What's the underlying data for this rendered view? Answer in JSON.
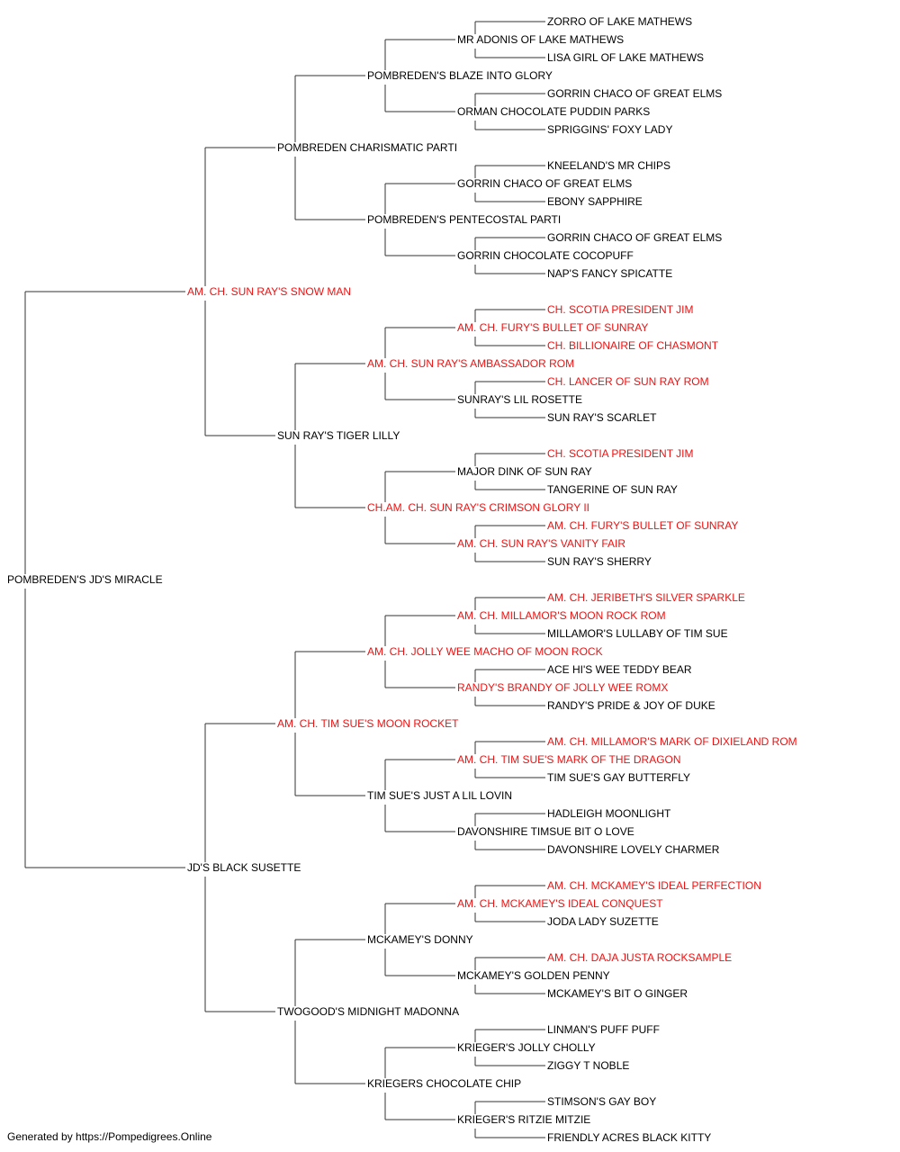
{
  "colors": {
    "champion": "#ee1111",
    "normal": "#000000",
    "line": "#333333"
  },
  "pedigree": {
    "name": "POMBREDEN'S JD'S MIRACLE",
    "champion": false,
    "sire": {
      "name": "AM. CH. SUN RAY'S SNOW MAN",
      "champion": true,
      "sire": {
        "name": "POMBREDEN CHARISMATIC PARTI",
        "champion": false,
        "sire": {
          "name": "POMBREDEN'S BLAZE INTO GLORY",
          "champion": false,
          "sire": {
            "name": "MR ADONIS OF LAKE MATHEWS",
            "champion": false,
            "sire": {
              "name": "ZORRO OF LAKE MATHEWS",
              "champion": false
            },
            "dam": {
              "name": "LISA GIRL OF LAKE MATHEWS",
              "champion": false
            }
          },
          "dam": {
            "name": "ORMAN CHOCOLATE PUDDIN PARKS",
            "champion": false,
            "sire": {
              "name": "GORRIN CHACO OF GREAT ELMS",
              "champion": false
            },
            "dam": {
              "name": "SPRIGGINS' FOXY LADY",
              "champion": false
            }
          }
        },
        "dam": {
          "name": "POMBREDEN'S PENTECOSTAL PARTI",
          "champion": false,
          "sire": {
            "name": "GORRIN CHACO OF GREAT ELMS",
            "champion": false,
            "sire": {
              "name": "KNEELAND'S MR CHIPS",
              "champion": false
            },
            "dam": {
              "name": "EBONY SAPPHIRE",
              "champion": false
            }
          },
          "dam": {
            "name": "GORRIN CHOCOLATE COCOPUFF",
            "champion": false,
            "sire": {
              "name": "GORRIN CHACO OF GREAT ELMS",
              "champion": false
            },
            "dam": {
              "name": "NAP'S FANCY SPICATTE",
              "champion": false
            }
          }
        }
      },
      "dam": {
        "name": "SUN RAY'S TIGER LILLY",
        "champion": false,
        "sire": {
          "name": "AM. CH. SUN RAY'S AMBASSADOR ROM",
          "champion": true,
          "sire": {
            "name": "AM. CH. FURY'S BULLET OF SUNRAY",
            "champion": true,
            "sire": {
              "name": "CH. SCOTIA PRESIDENT JIM",
              "champion": true
            },
            "dam": {
              "name": "CH. BILLIONAIRE OF CHASMONT",
              "champion": true
            }
          },
          "dam": {
            "name": "SUNRAY'S LIL ROSETTE",
            "champion": false,
            "sire": {
              "name": "CH. LANCER OF SUN RAY ROM",
              "champion": true
            },
            "dam": {
              "name": "SUN RAY'S SCARLET",
              "champion": false
            }
          }
        },
        "dam": {
          "name": "CH.AM. CH. SUN RAY'S CRIMSON GLORY II",
          "champion": true,
          "sire": {
            "name": "MAJOR DINK OF SUN RAY",
            "champion": false,
            "sire": {
              "name": "CH. SCOTIA PRESIDENT JIM",
              "champion": true
            },
            "dam": {
              "name": "TANGERINE OF SUN RAY",
              "champion": false
            }
          },
          "dam": {
            "name": "AM. CH. SUN RAY'S VANITY FAIR",
            "champion": true,
            "sire": {
              "name": "AM. CH. FURY'S BULLET OF SUNRAY",
              "champion": true
            },
            "dam": {
              "name": "SUN RAY'S SHERRY",
              "champion": false
            }
          }
        }
      }
    },
    "dam": {
      "name": "JD'S BLACK SUSETTE",
      "champion": false,
      "sire": {
        "name": "AM. CH. TIM SUE'S MOON ROCKET",
        "champion": true,
        "sire": {
          "name": "AM. CH. JOLLY WEE MACHO OF MOON ROCK",
          "champion": true,
          "sire": {
            "name": "AM. CH. MILLAMOR'S MOON ROCK ROM",
            "champion": true,
            "sire": {
              "name": "AM. CH. JERIBETH'S SILVER SPARKLE",
              "champion": true
            },
            "dam": {
              "name": "MILLAMOR'S LULLABY OF TIM SUE",
              "champion": false
            }
          },
          "dam": {
            "name": "RANDY'S BRANDY OF JOLLY WEE ROMX",
            "champion": true,
            "sire": {
              "name": "ACE HI'S WEE TEDDY BEAR",
              "champion": false
            },
            "dam": {
              "name": "RANDY'S PRIDE & JOY OF DUKE",
              "champion": false
            }
          }
        },
        "dam": {
          "name": "TIM SUE'S JUST A LIL LOVIN",
          "champion": false,
          "sire": {
            "name": "AM. CH. TIM SUE'S MARK OF THE DRAGON",
            "champion": true,
            "sire": {
              "name": "AM. CH. MILLAMOR'S MARK OF DIXIELAND ROM",
              "champion": true
            },
            "dam": {
              "name": "TIM SUE'S GAY BUTTERFLY",
              "champion": false
            }
          },
          "dam": {
            "name": "DAVONSHIRE TIMSUE BIT O LOVE",
            "champion": false,
            "sire": {
              "name": "HADLEIGH MOONLIGHT",
              "champion": false
            },
            "dam": {
              "name": "DAVONSHIRE LOVELY CHARMER",
              "champion": false
            }
          }
        }
      },
      "dam": {
        "name": "TWOGOOD'S MIDNIGHT MADONNA",
        "champion": false,
        "sire": {
          "name": "MCKAMEY'S DONNY",
          "champion": false,
          "sire": {
            "name": "AM. CH. MCKAMEY'S IDEAL CONQUEST",
            "champion": true,
            "sire": {
              "name": "AM. CH. MCKAMEY'S IDEAL PERFECTION",
              "champion": true
            },
            "dam": {
              "name": "JODA LADY SUZETTE",
              "champion": false
            }
          },
          "dam": {
            "name": "MCKAMEY'S GOLDEN PENNY",
            "champion": false,
            "sire": {
              "name": "AM. CH. DAJA JUSTA ROCKSAMPLE",
              "champion": true
            },
            "dam": {
              "name": "MCKAMEY'S BIT O GINGER",
              "champion": false
            }
          }
        },
        "dam": {
          "name": "KRIEGERS CHOCOLATE CHIP",
          "champion": false,
          "sire": {
            "name": "KRIEGER'S JOLLY CHOLLY",
            "champion": false,
            "sire": {
              "name": "LINMAN'S PUFF PUFF",
              "champion": false
            },
            "dam": {
              "name": "ZIGGY T NOBLE",
              "champion": false
            }
          },
          "dam": {
            "name": "KRIEGER'S RITZIE MITZIE",
            "champion": false,
            "sire": {
              "name": "STIMSON'S GAY BOY",
              "champion": false
            },
            "dam": {
              "name": "FRIENDLY ACRES BLACK KITTY",
              "champion": false
            }
          }
        }
      }
    }
  },
  "footer": "Generated by https://Pompedigrees.Online"
}
